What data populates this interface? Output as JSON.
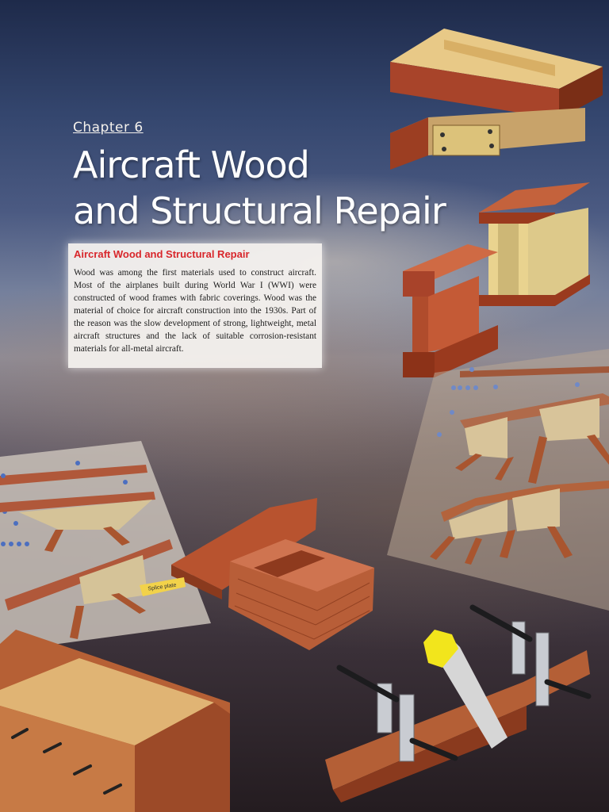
{
  "chapter": {
    "label": "Chapter 6",
    "title_lines": [
      "Aircraft Wood",
      "and Structural Repair"
    ]
  },
  "intro": {
    "heading": "Aircraft Wood and Structural Repair",
    "body": "Wood was among the first materials used to construct aircraft. Most of the airplanes built during World War I (WWI) were constructed of wood frames with fabric coverings. Wood was the material of choice for aircraft construction into the 1930s. Part of the reason was the slow development of strong, lightweight, metal aircraft structures and the lack of suitable corrosion-resistant materials for all-metal aircraft."
  },
  "callouts": {
    "splice_plate": "Splice plate"
  },
  "colors": {
    "heading_red": "#d8262b",
    "wood_dark": "#8e3a1e",
    "wood_mid": "#b85a36",
    "wood_light": "#e0c078",
    "plywood": "#d9c98f"
  }
}
